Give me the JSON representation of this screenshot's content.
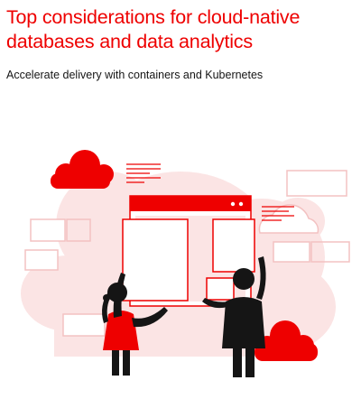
{
  "cover": {
    "title_line1": "Top considerations for cloud-native",
    "title_line2": "databases and data analytics",
    "subtitle": "Accelerate delivery with containers and Kubernetes"
  },
  "colors": {
    "brand_red": "#ee0000",
    "pale_pink": "#fbe4e4",
    "text_dark": "#151515"
  },
  "illustration": {
    "icons": [
      "cloud-icon",
      "document-lines-icon",
      "browser-window-icon",
      "person-icon"
    ]
  }
}
